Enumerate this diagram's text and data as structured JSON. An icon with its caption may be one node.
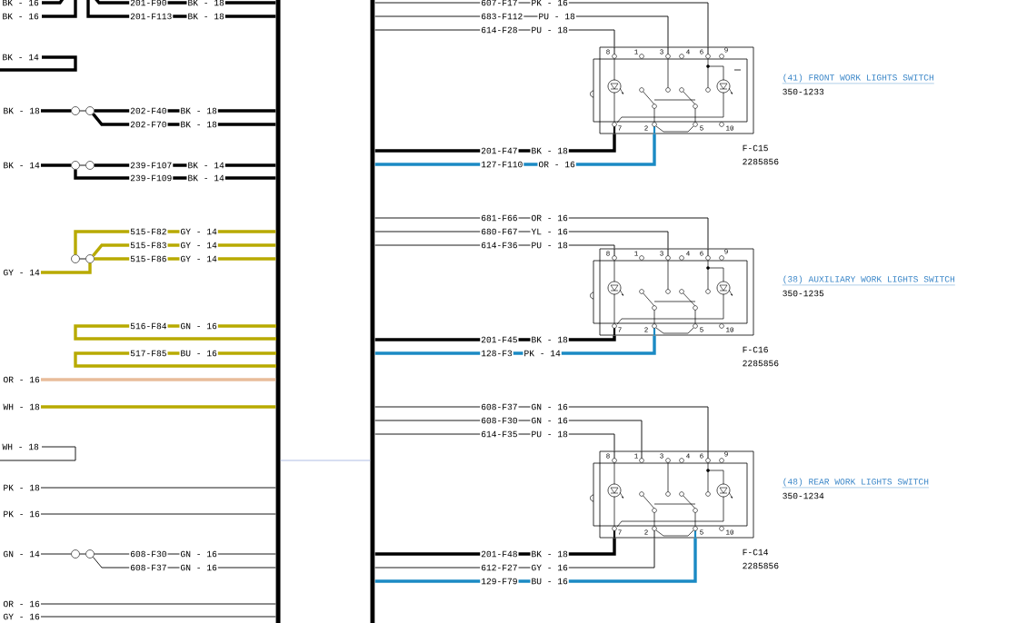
{
  "diagram": {
    "nodes": [
      {
        "text": [],
        "shape": "bar"
      },
      {
        "text": [],
        "shape": "bar"
      },
      {
        "text": [
          "(41) FRONT WORK LIGHTS SWITCH",
          "350-1233"
        ],
        "beside": [
          "F-C15",
          "2285856"
        ]
      },
      {
        "text": [
          "(38) AUXILIARY WORK LIGHTS SWITCH",
          "350-1235"
        ],
        "beside": [
          "F-C16",
          "2285856"
        ]
      },
      {
        "text": [
          "(48) REAR WORK LIGHTS SWITCH",
          "350-1234"
        ],
        "beside": [
          "F-C14",
          "2285856"
        ]
      },
      {
        "text": [],
        "shape": "circle"
      },
      {
        "text": [],
        "shape": "circle"
      },
      {
        "text": [],
        "shape": "circle"
      },
      {
        "text": [],
        "shape": "circle"
      },
      {
        "text": [],
        "shape": "circle"
      },
      {
        "text": [],
        "shape": "circle"
      },
      {
        "text": [],
        "shape": "circle"
      },
      {
        "text": [],
        "shape": "circle"
      },
      {
        "text": [
          "BK - 18"
        ]
      },
      {
        "text": [
          "BK - 14"
        ]
      },
      {
        "text": [
          "GY - 14"
        ]
      },
      {
        "text": [
          "OR - 16"
        ]
      },
      {
        "text": [
          "WH - 18"
        ]
      },
      {
        "text": [
          "PK - 18"
        ]
      },
      {
        "text": [
          "PK - 16"
        ]
      },
      {
        "text": [
          "GN - 14"
        ]
      },
      {
        "text": [
          "OR - 16"
        ]
      },
      {
        "text": [
          "GY - 16"
        ]
      }
    ],
    "edges": [
      {
        "from": 0,
        "to": 1,
        "arrow": "none",
        "color": "#a7b7e1"
      },
      {
        "from": null,
        "to": 0,
        "arrow": "none",
        "style": "thick"
      },
      {
        "from": null,
        "to": 0,
        "arrow": "none",
        "style": "thick"
      },
      {
        "from": 13,
        "to": 5,
        "arrow": "none",
        "style": "thick"
      },
      {
        "from": 5,
        "to": 6,
        "arrow": "none"
      },
      {
        "from": 6,
        "to": 0,
        "arrow": "none",
        "style": "thick"
      },
      {
        "from": 6,
        "to": 0,
        "arrow": "none",
        "style": "thick"
      },
      {
        "from": 14,
        "to": 7,
        "arrow": "none",
        "style": "thick"
      },
      {
        "from": 7,
        "to": 8,
        "arrow": "none"
      },
      {
        "from": 8,
        "to": 0,
        "arrow": "none",
        "style": "thick"
      },
      {
        "from": 7,
        "to": 0,
        "arrow": "none",
        "style": "thick"
      },
      {
        "from": 15,
        "to": 10,
        "arrow": "none",
        "style": "thick",
        "color": "#b8aa00"
      },
      {
        "from": 9,
        "to": 10,
        "arrow": "none"
      },
      {
        "from": 9,
        "to": 0,
        "arrow": "none",
        "style": "thick",
        "color": "#b8aa00"
      },
      {
        "from": 10,
        "to": 0,
        "arrow": "none",
        "style": "thick",
        "color": "#b8aa00"
      },
      {
        "from": 10,
        "to": 0,
        "arrow": "none",
        "style": "thick",
        "color": "#b8aa00"
      },
      {
        "from": 16,
        "to": 0,
        "arrow": "none",
        "style": "thick",
        "color": "#e8bc9a"
      },
      {
        "from": 17,
        "to": 0,
        "arrow": "none",
        "style": "thick",
        "color": "#b8aa00"
      },
      {
        "from": 18,
        "to": 0,
        "arrow": "none"
      },
      {
        "from": 19,
        "to": 0,
        "arrow": "none"
      },
      {
        "from": 20,
        "to": 11,
        "arrow": "none"
      },
      {
        "from": 11,
        "to": 12,
        "arrow": "none"
      },
      {
        "from": 12,
        "to": 0,
        "arrow": "none"
      },
      {
        "from": 12,
        "to": 0,
        "arrow": "none"
      },
      {
        "from": 21,
        "to": 0,
        "arrow": "none"
      },
      {
        "from": 22,
        "to": 0,
        "arrow": "none"
      },
      {
        "from": 1,
        "to": 2,
        "arrow": "none"
      },
      {
        "from": 1,
        "to": 2,
        "arrow": "none"
      },
      {
        "from": 1,
        "to": 2,
        "arrow": "none"
      },
      {
        "from": 1,
        "to": 2,
        "arrow": "none",
        "style": "thick"
      },
      {
        "from": 1,
        "to": 2,
        "arrow": "none",
        "style": "thick",
        "color": "#1b8ac4"
      },
      {
        "from": 1,
        "to": 3,
        "arrow": "none"
      },
      {
        "from": 1,
        "to": 3,
        "arrow": "none"
      },
      {
        "from": 1,
        "to": 3,
        "arrow": "none"
      },
      {
        "from": 1,
        "to": 3,
        "arrow": "none",
        "style": "thick"
      },
      {
        "from": 1,
        "to": 3,
        "arrow": "none",
        "style": "thick",
        "color": "#1b8ac4"
      },
      {
        "from": 1,
        "to": 4,
        "arrow": "none"
      },
      {
        "from": 1,
        "to": 4,
        "arrow": "none"
      },
      {
        "from": 1,
        "to": 4,
        "arrow": "none"
      },
      {
        "from": 1,
        "to": 4,
        "arrow": "none",
        "style": "thick"
      },
      {
        "from": 1,
        "to": 4,
        "arrow": "none"
      },
      {
        "from": 1,
        "to": 4,
        "arrow": "none",
        "style": "thick",
        "color": "#1b8ac4"
      }
    ],
    "labels": [
      "BK - 16",
      "201-F90",
      "BK - 18",
      "607-F17",
      "PK - 16",
      "BK - 16",
      "201-F113",
      "BK - 18",
      "683-F112",
      "PU - 18",
      "614-F28",
      "PU - 18",
      "8",
      "1",
      "3",
      "4",
      "6",
      "9",
      "BK - 14",
      "202-F40",
      "BK - 18",
      "202-F70",
      "BK - 18",
      "7",
      "2",
      "5",
      "10",
      "201-F47",
      "BK - 18",
      "239-F107",
      "BK - 14",
      "127-F110",
      "OR - 16",
      "239-F109",
      "BK - 14",
      "681-F66",
      "OR - 16",
      "515-F82",
      "GY - 14",
      "680-F67",
      "YL - 16",
      "515-F83",
      "GY - 14",
      "614-F36",
      "PU - 18",
      "8",
      "1",
      "3",
      "4",
      "6",
      "9",
      "515-F86",
      "GY - 14",
      "516-F84",
      "GN - 16",
      "7",
      "2",
      "5",
      "10",
      "201-F45",
      "BK - 18",
      "517-F85",
      "BU - 16",
      "128-F3",
      "PK - 14",
      "608-F37",
      "GN - 16",
      "608-F30",
      "GN - 16",
      "614-F35",
      "PU - 18",
      "WH - 18",
      "8",
      "1",
      "3",
      "4",
      "6",
      "9",
      "7",
      "2",
      "5",
      "10",
      "608-F30",
      "GN - 16",
      "201-F48",
      "BK - 18",
      "608-F37",
      "GN - 16",
      "612-F27",
      "GY - 16",
      "129-F79",
      "BU - 16"
    ]
  }
}
